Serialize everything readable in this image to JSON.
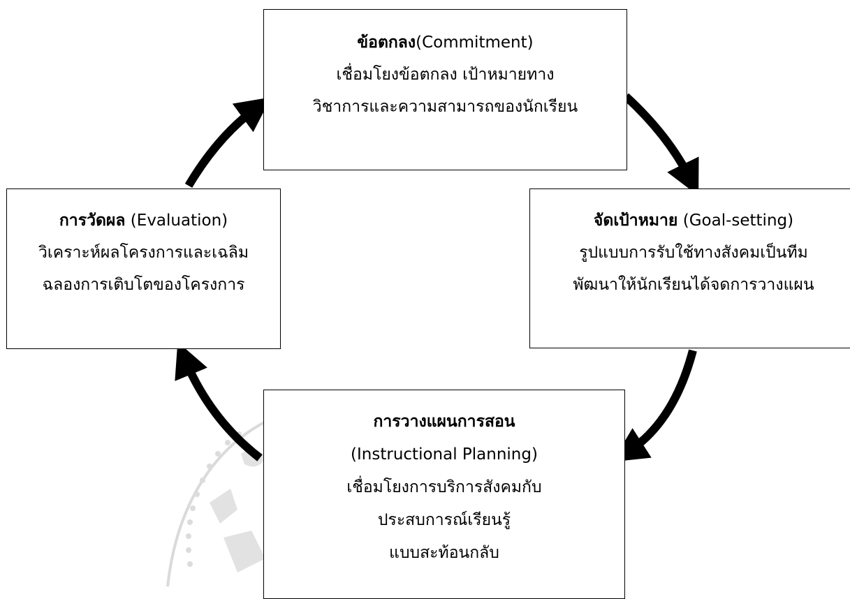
{
  "diagram": {
    "nodes": [
      {
        "id": "commitment",
        "title_th": "ข้อตกลง",
        "title_en": "(Commitment)",
        "lines": [
          "เชื่อมโยงข้อตกลง เป้าหมายทาง",
          "วิชาการและความสามารถของนักเรียน"
        ]
      },
      {
        "id": "goal-setting",
        "title_th": "จัดเป้าหมาย",
        "title_en": " (Goal-setting)",
        "lines": [
          "รูปแบบการรับใช้ทางสังคมเป็นทีม",
          "พัฒนาให้นักเรียนได้จดการวางแผน"
        ]
      },
      {
        "id": "instructional-planning",
        "title_th": "การวางแผนการสอน",
        "title_en": "(Instructional Planning)",
        "lines": [
          "เชื่อมโยงการบริการสังคมกับ",
          "ประสบการณ์เรียนรู้",
          "แบบสะท้อนกลับ"
        ]
      },
      {
        "id": "evaluation",
        "title_th": "การวัดผล",
        "title_en": " (Evaluation)",
        "lines": [
          "วิเคราะห์ผลโครงการและเฉลิม",
          "ฉลองการเติบโตของโครงการ"
        ]
      }
    ],
    "edges": [
      {
        "from": "commitment",
        "to": "goal-setting"
      },
      {
        "from": "goal-setting",
        "to": "instructional-planning"
      },
      {
        "from": "instructional-planning",
        "to": "evaluation"
      },
      {
        "from": "evaluation",
        "to": "commitment"
      }
    ],
    "colors": {
      "arrow": "#000000",
      "box_border": "#000000",
      "watermark": "#d4d4d4"
    }
  }
}
